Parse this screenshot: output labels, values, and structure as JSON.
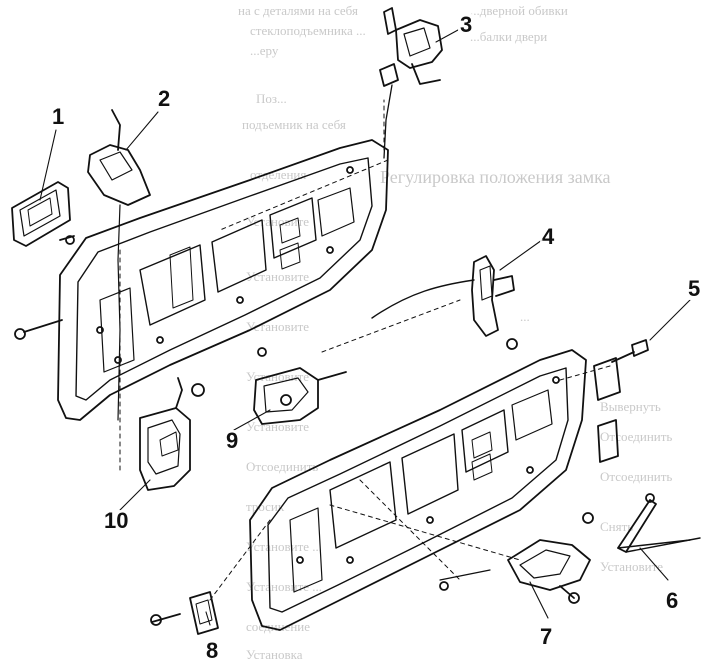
{
  "callouts": [
    "1",
    "2",
    "3",
    "4",
    "5",
    "6",
    "7",
    "8",
    "9",
    "10"
  ],
  "bleed_text": {
    "left": [
      "на с деталями на себя",
      "стеклоподъемника ...",
      "...еру",
      "Поз...",
      "подъемник на себя",
      "отделения",
      "Установите",
      "Установите",
      "Установите",
      "Установите",
      "Установите",
      "Отсоединить",
      "тросик",
      "Установите ...",
      "Установите ...",
      "соединение",
      "Установка"
    ],
    "right": [
      "...дверной обивки",
      "...балки двери",
      "Регулировка положения замка",
      "...",
      "Вывернуть",
      "Отсоединить",
      "Отсоединить",
      "Снять",
      "Установите"
    ]
  },
  "colors": {
    "ink": "#111111",
    "bleed": "#c9c9c9",
    "paper": "#ffffff"
  }
}
